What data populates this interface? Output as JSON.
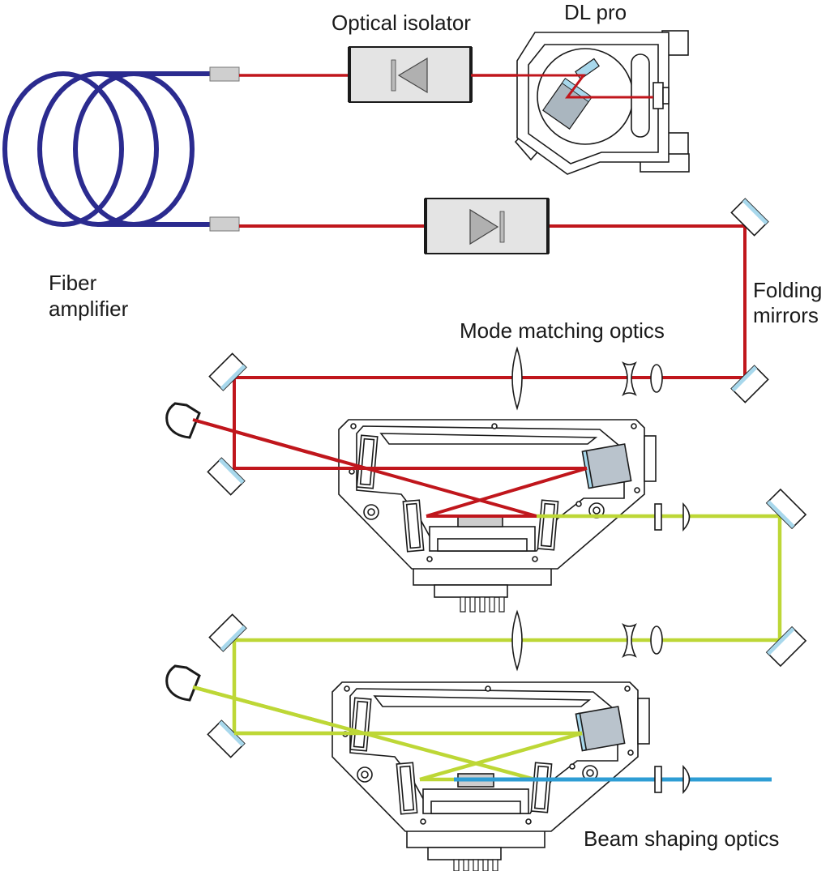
{
  "labels": {
    "optical_isolator": "Optical isolator",
    "dl_pro": "DL pro",
    "fiber_amplifier_line1": "Fiber",
    "fiber_amplifier_line2": "amplifier",
    "folding_mirrors_line1": "Folding",
    "folding_mirrors_line2": "mirrors",
    "mode_matching_optics": "Mode matching optics",
    "beam_shaping_optics": "Beam shaping optics"
  },
  "colors": {
    "fiber": "#2b2b8f",
    "beam_red": "#c0161c",
    "beam_green": "#bdd736",
    "beam_blue": "#2e9dd4",
    "housing_fill": "#e4e4e4",
    "mirror_coating": "#a8d8ec",
    "crystal_fill": "#b9c3cc",
    "outline": "#1a1a1a"
  }
}
